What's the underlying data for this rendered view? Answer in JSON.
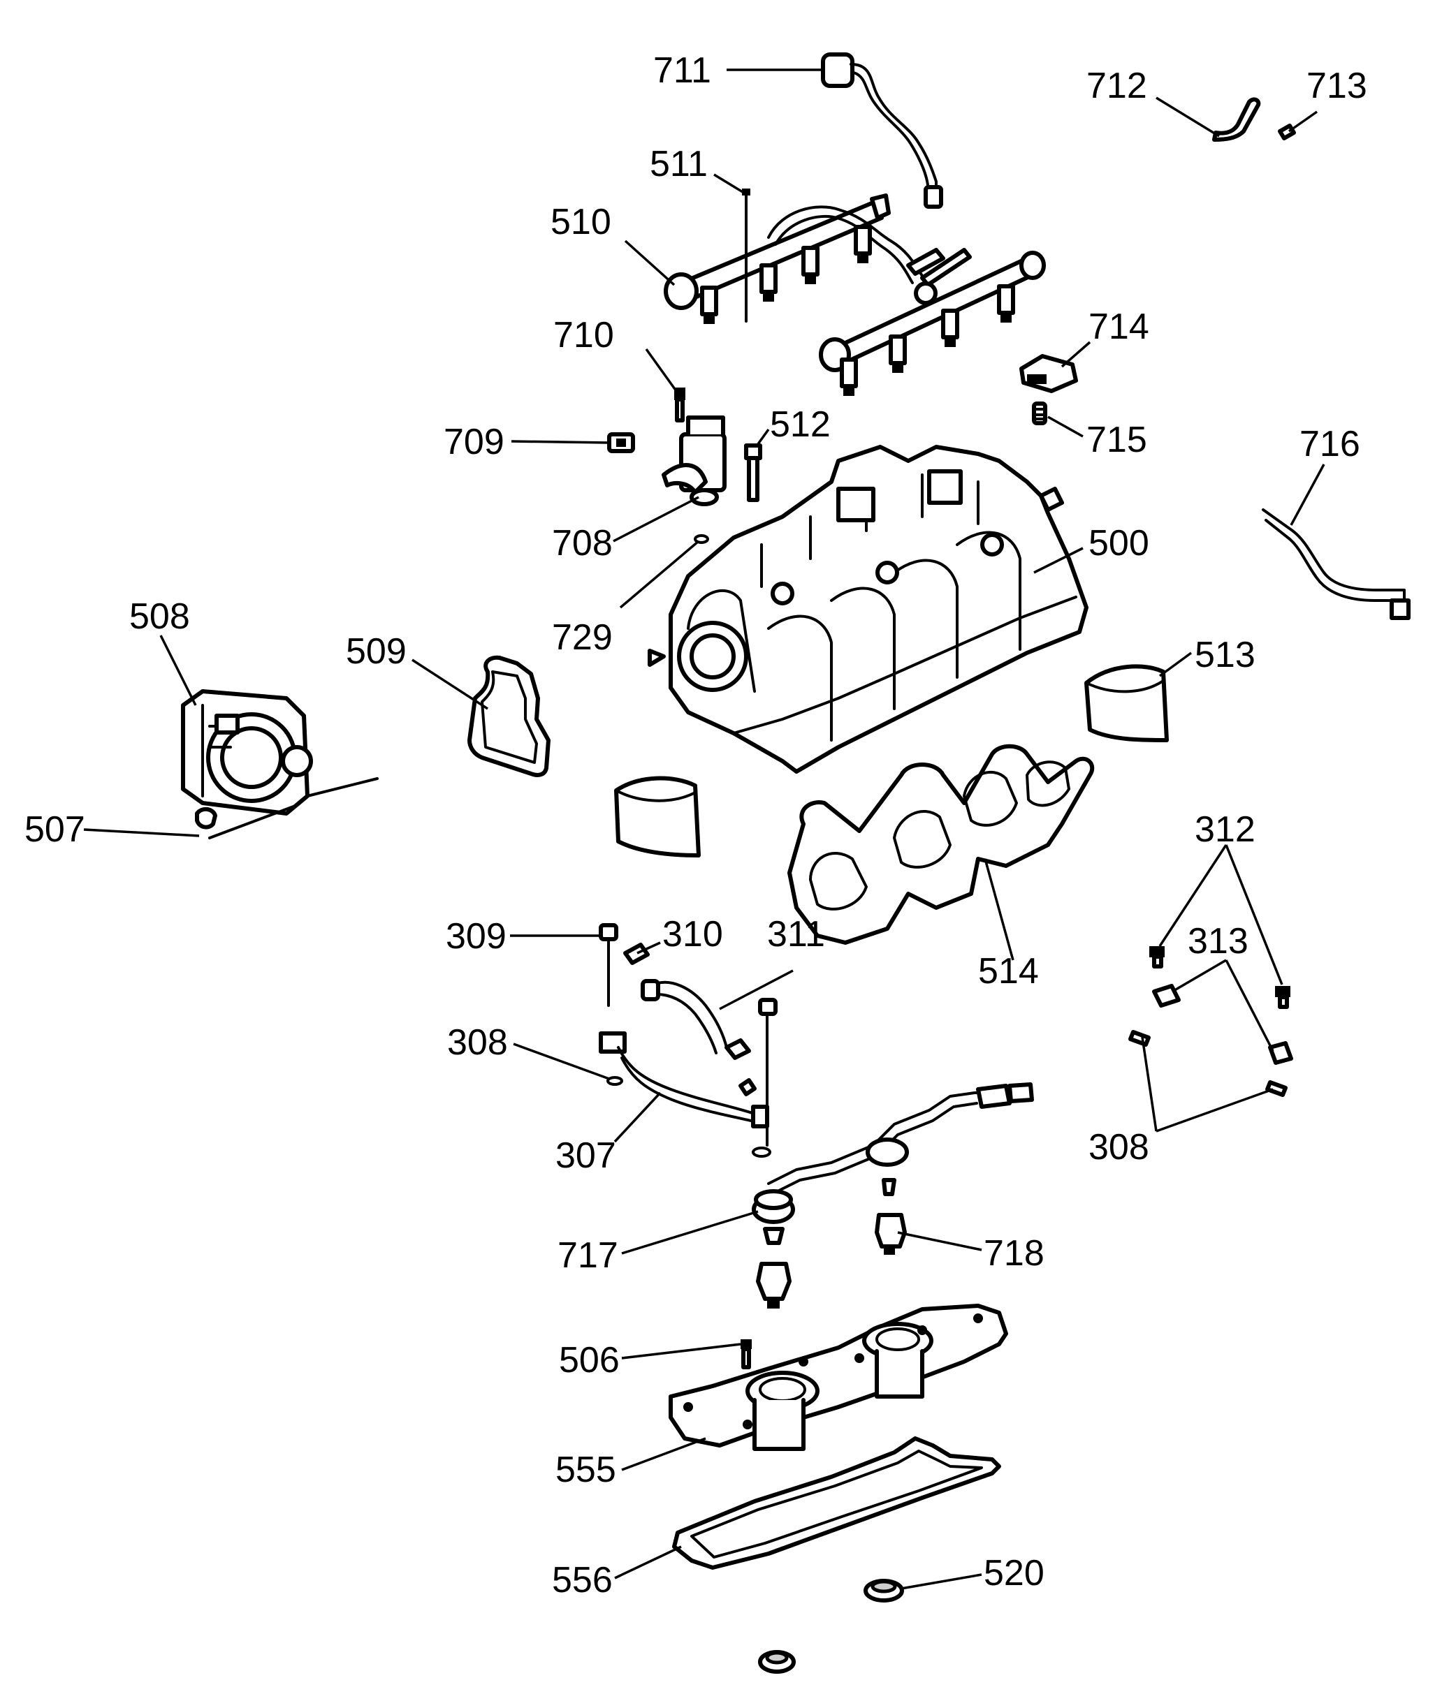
{
  "labels": {
    "l711": "711",
    "l712": "712",
    "l713": "713",
    "l511": "511",
    "l510": "510",
    "l710": "710",
    "l714": "714",
    "l715": "715",
    "l709": "709",
    "l512": "512",
    "l716": "716",
    "l708": "708",
    "l500": "500",
    "l729": "729",
    "l508": "508",
    "l509": "509",
    "l513": "513",
    "l507": "507",
    "l312": "312",
    "l309": "309",
    "l310": "310",
    "l311": "311",
    "l313": "313",
    "l514": "514",
    "l308a": "308",
    "l308b": "308",
    "l307": "307",
    "l717": "717",
    "l718": "718",
    "l506": "506",
    "l555": "555",
    "l556": "556",
    "l520": "520"
  }
}
